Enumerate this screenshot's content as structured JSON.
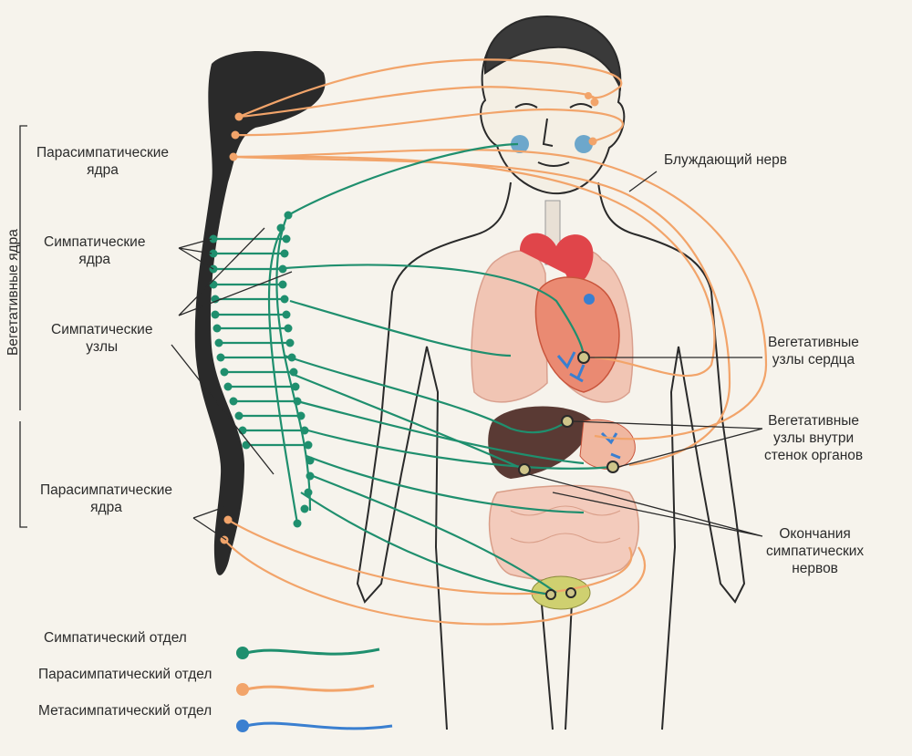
{
  "labels": {
    "parasym_nuclei_top": [
      "Парасимпатические",
      "ядра"
    ],
    "sym_nuclei": [
      "Симпатические",
      "ядра"
    ],
    "sym_ganglia": [
      "Симпатические",
      "узлы"
    ],
    "parasym_nuclei_bottom": [
      "Парасимпатические",
      "ядра"
    ],
    "vegetative_nuclei": "Вегетативные ядра",
    "vagus_nerve": "Блуждающий нерв",
    "heart_ganglia": [
      "Вегетативные",
      "узлы сердца"
    ],
    "organ_wall_ganglia": [
      "Вегетативные",
      "узлы внутри",
      "стенок органов"
    ],
    "sym_endings": [
      "Окончания",
      "симпатических",
      "нервов"
    ]
  },
  "legend": [
    {
      "label": "Симпатический отдел",
      "color": "#1f8f6e"
    },
    {
      "label": "Парасимпатический отдел",
      "color": "#f2a46a"
    },
    {
      "label": "Метасимпатический отдел",
      "color": "#3a7fd0"
    }
  ]
}
